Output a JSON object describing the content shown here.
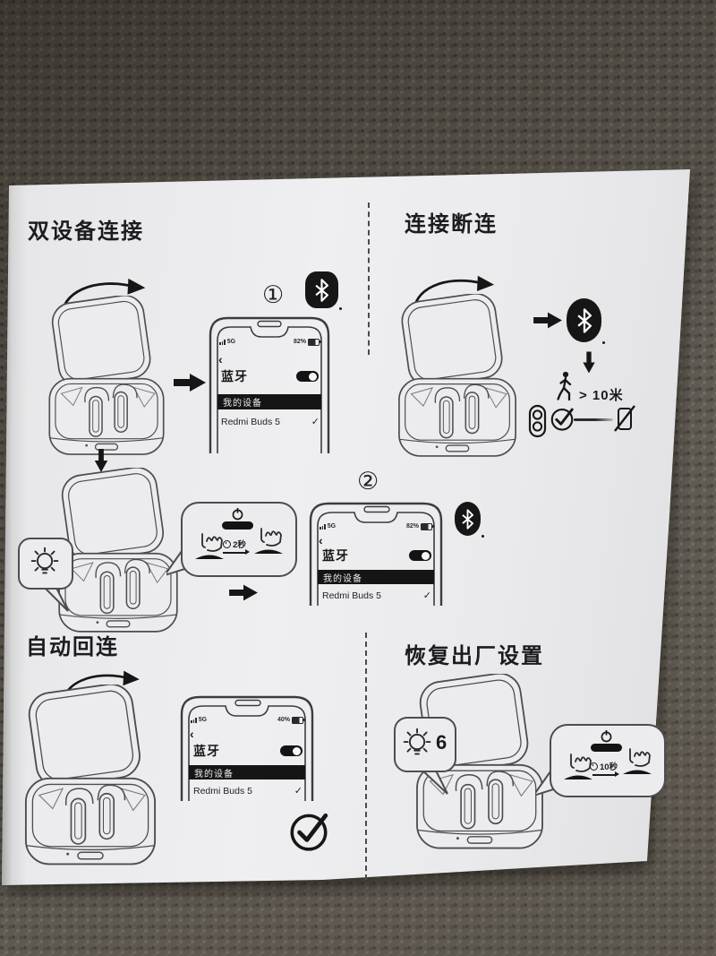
{
  "photo": {
    "scene": "printed earbuds user-manual page lying on woven gray-brown fabric",
    "colors": {
      "paper": "#ececee",
      "ink": "#1c1c1e",
      "fabric": "#57524a"
    }
  },
  "sections": {
    "dual_connection": {
      "title": "双设备连接",
      "step1_badge": "①",
      "step2_badge": "②",
      "hold_time": "2秒"
    },
    "disconnection": {
      "title": "连接断连",
      "distance": "> 10米"
    },
    "auto_reconnect": {
      "title": "自动回连"
    },
    "factory_reset": {
      "title": "恢复出厂设置",
      "blink_count": "6",
      "hold_time": "10秒"
    }
  },
  "phone": {
    "network": "5G",
    "battery_high": "82%",
    "battery_low": "40%",
    "back": "‹",
    "bluetooth_label": "蓝牙",
    "toggle_state": "on",
    "my_devices_label": "我的设备",
    "device_name": "Redmi Buds 5",
    "connected_check": "✓"
  },
  "icons": {
    "bluetooth_logo": "white bluetooth rune on black rounded badge",
    "open_lid_arrow": "curved arrow showing lid opening",
    "arrow_right": "solid black right arrow",
    "arrow_down": "solid black down arrow",
    "indicator_bulb": "blinking light bulb in speech bubble",
    "power_button": "power symbol over touch pill",
    "press_hand": "finger pressing case button",
    "timer_clock": "small clock before hold time",
    "walking_person": "person walking away",
    "earbuds_capsule": "earbuds seen in case slot",
    "success_check": "check mark in circle",
    "phone_disconnected": "phone with slash"
  }
}
